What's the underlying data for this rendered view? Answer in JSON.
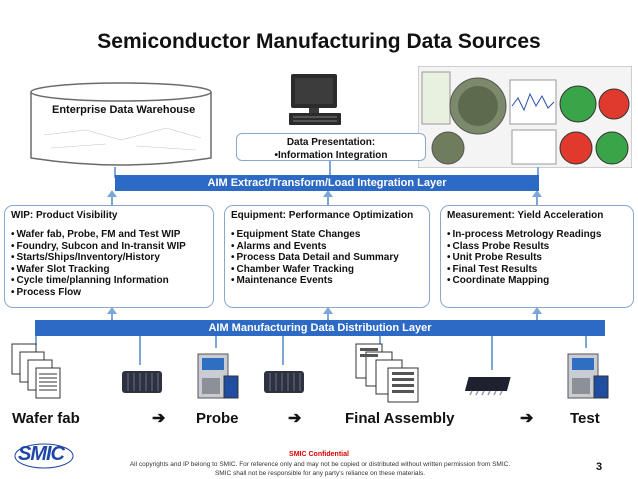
{
  "title": "Semiconductor Manufacturing Data Sources",
  "warehouse": {
    "label": "Enterprise Data Warehouse"
  },
  "presentation": {
    "line1": "Data Presentation:",
    "line2": "•Information Integration"
  },
  "etl_bar": "AIM Extract/Transform/Load Integration Layer",
  "distribution_bar": "AIM Manufacturing Data Distribution Layer",
  "panels": {
    "wip": {
      "title": "WIP:  Product Visibility",
      "items": [
        "Wafer fab, Probe, FM and Test WIP",
        "Foundry, Subcon and In-transit WIP",
        "Starts/Ships/Inventory/History",
        "Wafer Slot Tracking",
        "Cycle time/planning Information",
        "Process Flow"
      ]
    },
    "equipment": {
      "title": "Equipment:  Performance Optimization",
      "items": [
        "Equipment State Changes",
        "Alarms and Events",
        "Process Data Detail and Summary",
        "Chamber Wafer Tracking",
        "Maintenance Events"
      ]
    },
    "measurement": {
      "title": "Measurement:  Yield Acceleration",
      "items": [
        "In-process Metrology Readings",
        "Class Probe Results",
        "Unit Probe Results",
        "Final Test Results",
        "Coordinate Mapping"
      ]
    }
  },
  "flow": {
    "stages": [
      "Wafer fab",
      "Probe",
      "Final Assembly",
      "Test"
    ],
    "arrow": "➔"
  },
  "footer": {
    "confidential": "SMIC Confidential",
    "line1": "All copyrights and IP belong to SMIC. For reference only and may not be copied or distributed without written permission from SMIC.",
    "line2": "SMIC shall not be responsible for any party's reliance on these materials.",
    "page": "3",
    "logo": "SMIC"
  },
  "colors": {
    "bar": "#2d6ac5",
    "panel_border": "#8aa8cc",
    "connector": "#7da7d9"
  }
}
